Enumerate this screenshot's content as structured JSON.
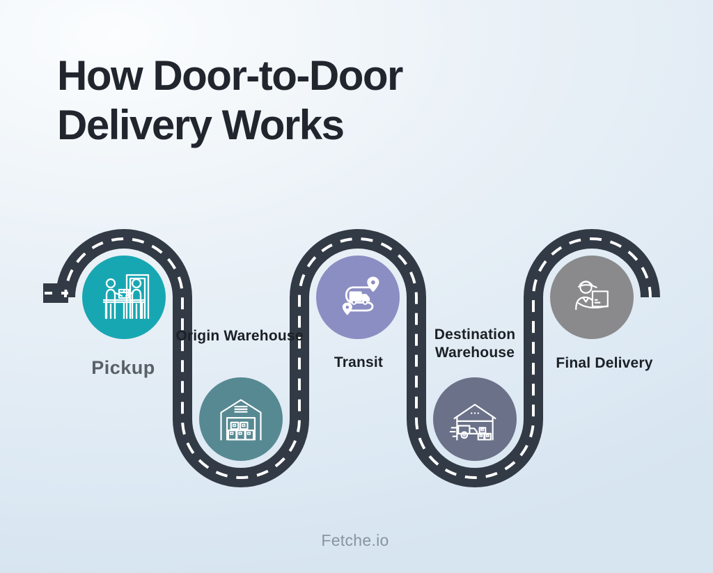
{
  "title": {
    "line1": "How Door-to-Door",
    "line2": "Delivery Works"
  },
  "brand": "Fetche.io",
  "colors": {
    "background_light": "#fbfdfe",
    "background_blue": "#d7e5f1",
    "road": "#323A45",
    "road_dash": "#ffffff",
    "title_text": "#21262e",
    "label_dark": "#1b2026",
    "label_gray": "#5a6067",
    "brand_text": "#8794a1",
    "icon_stroke": "#ffffff"
  },
  "steps": [
    {
      "label": "Pickup",
      "icon": "pickup-handoff-icon",
      "circle_color": "#17A7B3",
      "label_color": "#5a6067"
    },
    {
      "label": "Origin Warehouse",
      "icon": "origin-warehouse-icon",
      "circle_color": "#578992",
      "label_color": "#1b2026"
    },
    {
      "label": "Transit",
      "icon": "transit-route-icon",
      "circle_color": "#8B8EC2",
      "label_color": "#1b2026"
    },
    {
      "label": "Destination Warehouse",
      "icon": "destination-warehouse-icon",
      "circle_color": "#6A7189",
      "label_color": "#1b2026"
    },
    {
      "label": "Final Delivery",
      "icon": "delivery-courier-icon",
      "circle_color": "#8A8A8C",
      "label_color": "#1b2026"
    }
  ]
}
